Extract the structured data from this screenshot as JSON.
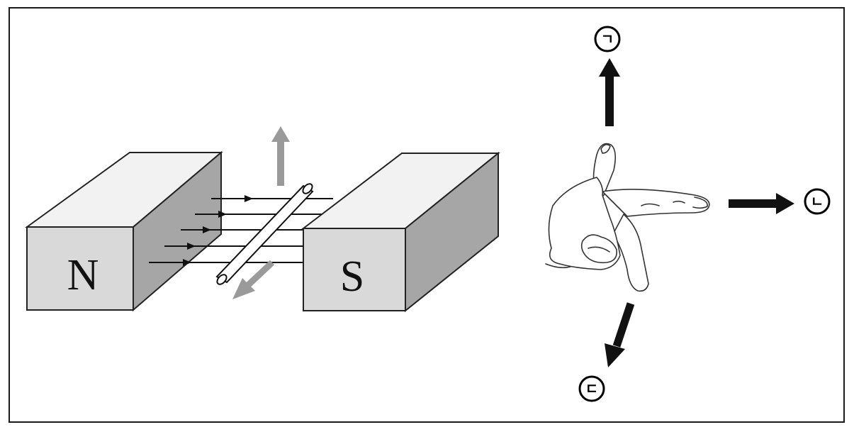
{
  "magnets": {
    "north_label": "N",
    "south_label": "S"
  },
  "markers": {
    "up": "ㄱ",
    "right": "ㄴ",
    "down": "ㄷ"
  },
  "colors": {
    "magnet_front": "#d9d9d9",
    "magnet_top": "#f2f2f2",
    "magnet_side": "#a6a6a6",
    "grey_arrow": "#9a9a9a",
    "black_arrow": "#111111"
  }
}
